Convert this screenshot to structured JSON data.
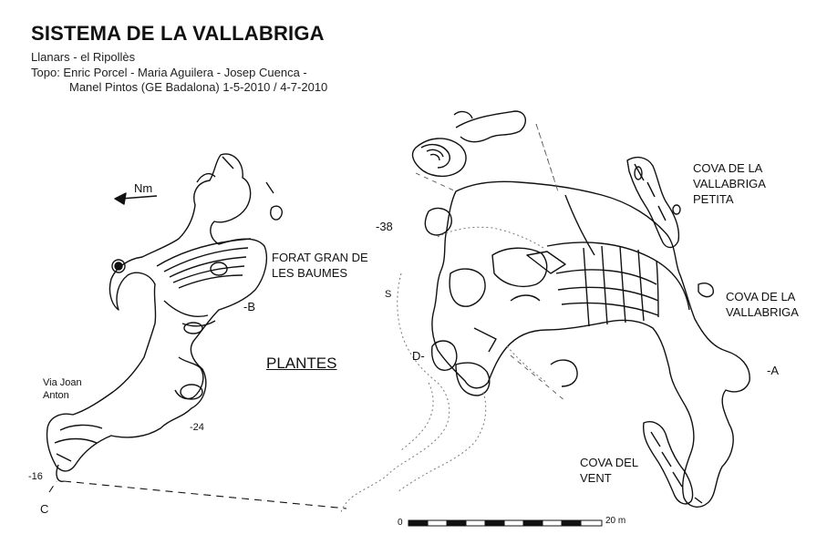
{
  "header": {
    "title": "SISTEMA DE LA VALLABRIGA",
    "subtitle": "Llanars - el Ripollès",
    "credits_line1": "Topo: Enric Porcel - Maria Aguilera - Josep Cuenca -",
    "credits_line2": "Manel Pintos (GE Badalona) 1-5-2010 / 4-7-2010"
  },
  "north": {
    "label": "Nm"
  },
  "view_label": "PLANTES",
  "places": {
    "forat_gran": "FORAT GRAN DE\nLES BAUMES",
    "cova_petita": "COVA DE LA\nVALLABRIGA\nPETITA",
    "cova_vallabriga": "COVA DE LA\nVALLABRIGA",
    "cova_vent": "COVA DEL\nVENT",
    "via_joan": "Via Joan\nAnton"
  },
  "stations": {
    "b": "-B",
    "a": "-A",
    "c": "C",
    "d": "D-",
    "s": "S",
    "depth_38": "-38",
    "depth_24": "-24",
    "depth_16": "-16"
  },
  "scale": {
    "start": "0",
    "end": "20 m"
  },
  "colors": {
    "ink": "#111111",
    "paper": "#ffffff",
    "dotted": "#777777"
  }
}
